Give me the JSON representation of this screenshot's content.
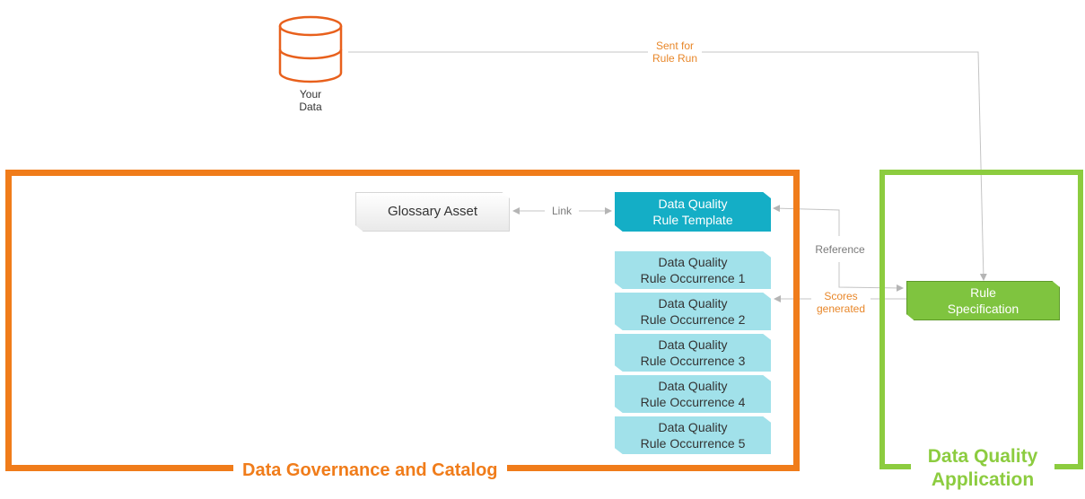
{
  "source": {
    "label_line1": "Your",
    "label_line2": "Data",
    "icon": "database-icon"
  },
  "sent_label": {
    "line1": "Sent for",
    "line2": "Rule Run"
  },
  "governance": {
    "title": "Data Governance and Catalog",
    "glossary": "Glossary Asset",
    "link_label": "Link",
    "template": {
      "line1": "Data Quality",
      "line2": "Rule Template"
    },
    "occurrences": [
      {
        "line1": "Data Quality",
        "line2": "Rule Occurrence 1"
      },
      {
        "line1": "Data Quality",
        "line2": "Rule Occurrence 2"
      },
      {
        "line1": "Data Quality",
        "line2": "Rule Occurrence 3"
      },
      {
        "line1": "Data Quality",
        "line2": "Rule Occurrence 4"
      },
      {
        "line1": "Data Quality",
        "line2": "Rule Occurrence 5"
      }
    ]
  },
  "reference_label": "Reference",
  "scores_label": {
    "line1": "Scores",
    "line2": "generated"
  },
  "dq_app": {
    "title_line1": "Data Quality",
    "title_line2": "Application",
    "rule_spec": {
      "line1": "Rule",
      "line2": "Specification"
    }
  },
  "colors": {
    "governance": "#f07c1a",
    "dq_app": "#8ccc3f",
    "template": "#14aec6",
    "occurrence": "#a1e1ea",
    "rule_spec": "#7fc43f",
    "source_icon": "#e8601c"
  }
}
